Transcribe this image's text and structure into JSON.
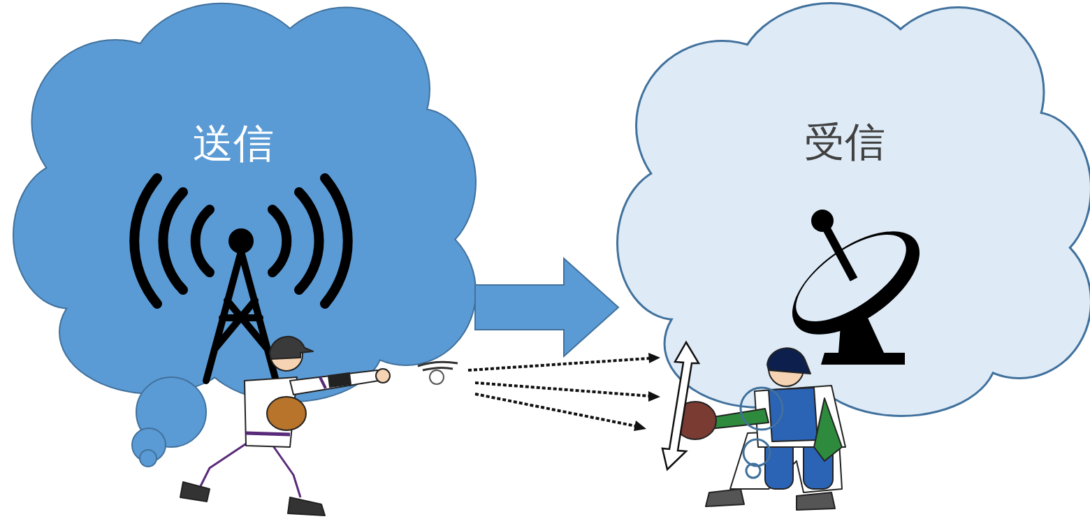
{
  "diagram": {
    "nodes": [
      {
        "text": [
          "送信"
        ]
      },
      {
        "text": [
          "受信"
        ]
      }
    ],
    "edges": [
      {
        "from": 0,
        "to": 1,
        "arrow": "to"
      }
    ]
  }
}
